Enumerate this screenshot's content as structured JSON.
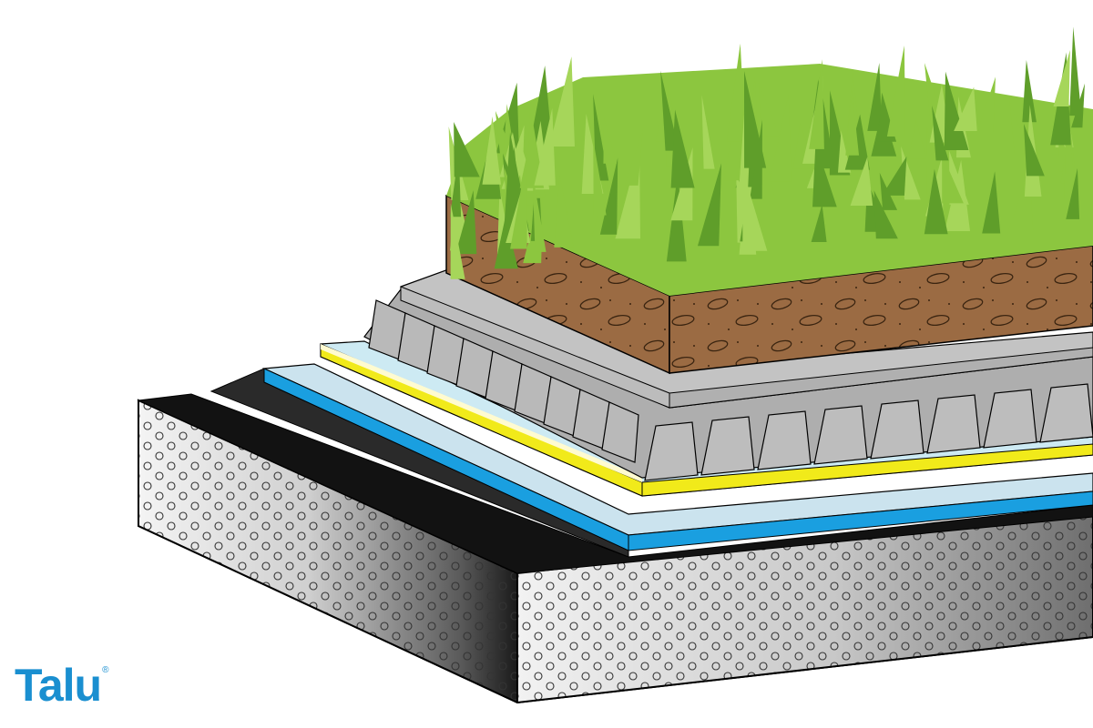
{
  "brand": {
    "name": "Talu",
    "mark": "®",
    "color": "#1a8fd0"
  },
  "illustration": {
    "subject": "green-roof-layer-cross-section",
    "layers": [
      {
        "id": "vegetation",
        "color": "#8cc63f"
      },
      {
        "id": "substrate",
        "color": "#9b6b43"
      },
      {
        "id": "filter-fleece",
        "color": "#c3c3c3"
      },
      {
        "id": "drainage-element",
        "color": "#b9b9b9"
      },
      {
        "id": "protection-mat",
        "color": "#f1ea1a"
      },
      {
        "id": "root-barrier",
        "color": "#1a9fe0"
      },
      {
        "id": "waterproofing",
        "color": "#111111"
      },
      {
        "id": "insulation",
        "color": "#e0e0e0"
      }
    ]
  }
}
